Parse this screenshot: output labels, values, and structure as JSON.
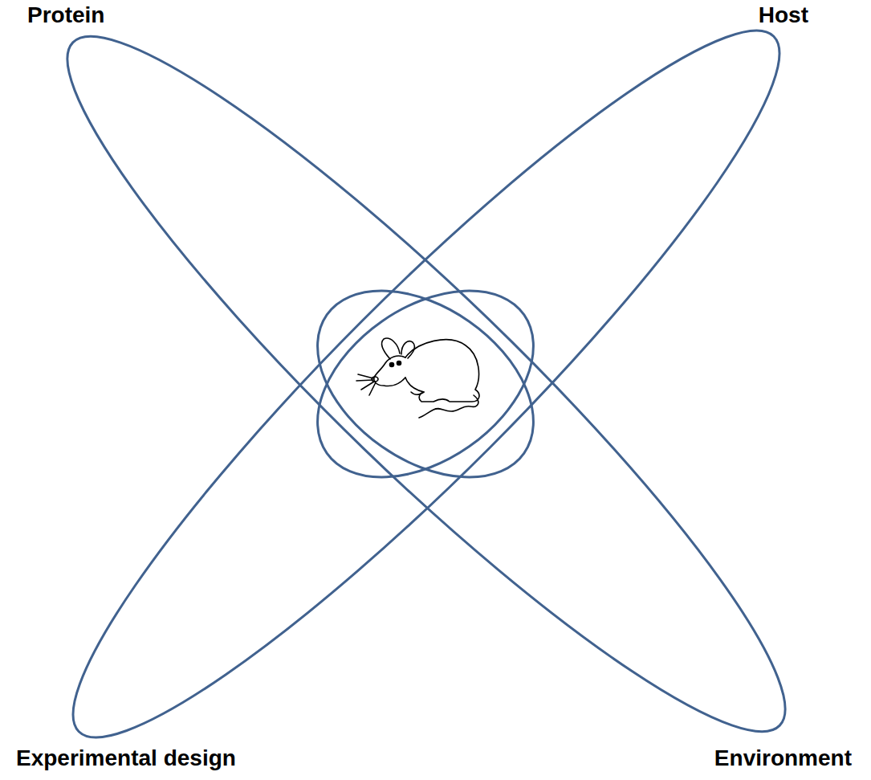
{
  "diagram": {
    "labels": [
      "Protein",
      "Host",
      "Experimental design",
      "Environment"
    ]
  }
}
